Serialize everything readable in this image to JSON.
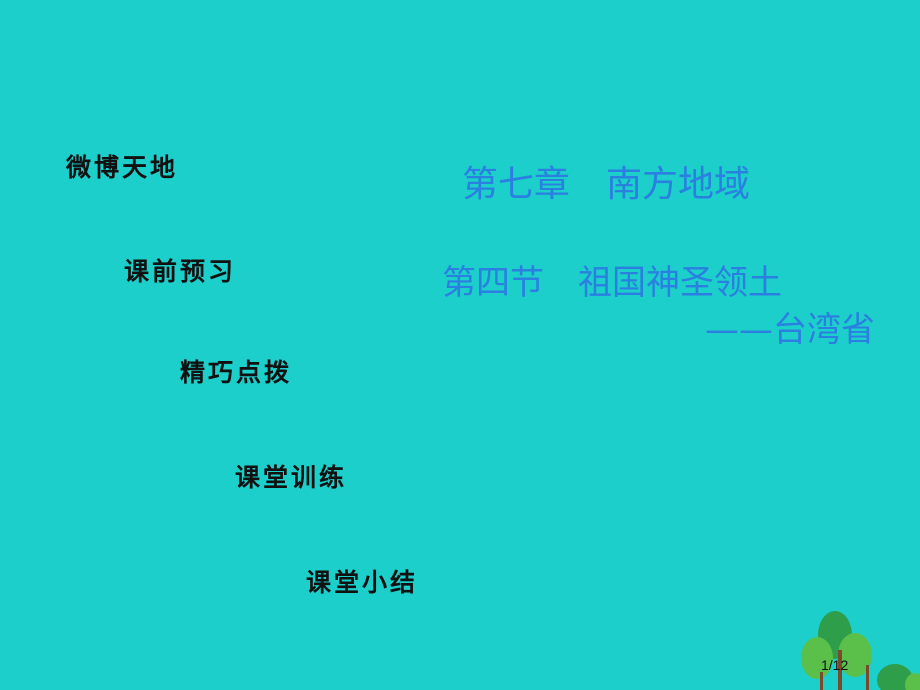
{
  "nav": [
    "微博天地",
    "课前预习",
    "精巧点拨",
    "课堂训练",
    "课堂小结"
  ],
  "title": "第七章　南方地域",
  "subtitle_line1": "第四节　祖国神圣领土",
  "subtitle_line2": "——台湾省",
  "page_number": "1/12",
  "colors": {
    "background": "#1ccfcb",
    "title": "#2a7fe0"
  }
}
